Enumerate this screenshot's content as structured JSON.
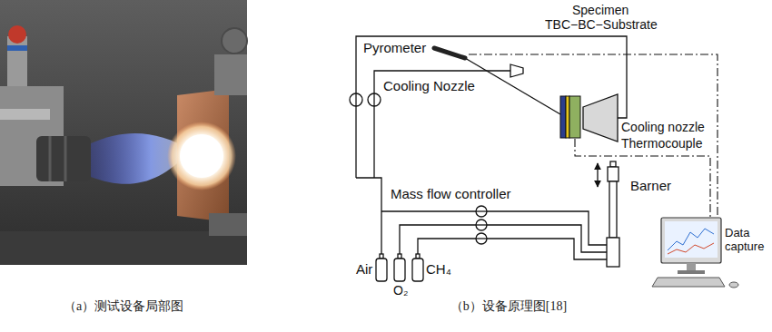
{
  "diagram": {
    "labels": [
      "Specimen",
      "TBC−BC−Substrate",
      "Pyrometer",
      "Cooling Nozzle",
      "Cooling nozzle",
      "Thermocouple",
      "Mass flow controller",
      "Barner",
      "Data capture",
      "Air",
      "O₂",
      "CH₄",
      "（a）测试设备局部图",
      "（b）设备原理图[18]"
    ]
  }
}
